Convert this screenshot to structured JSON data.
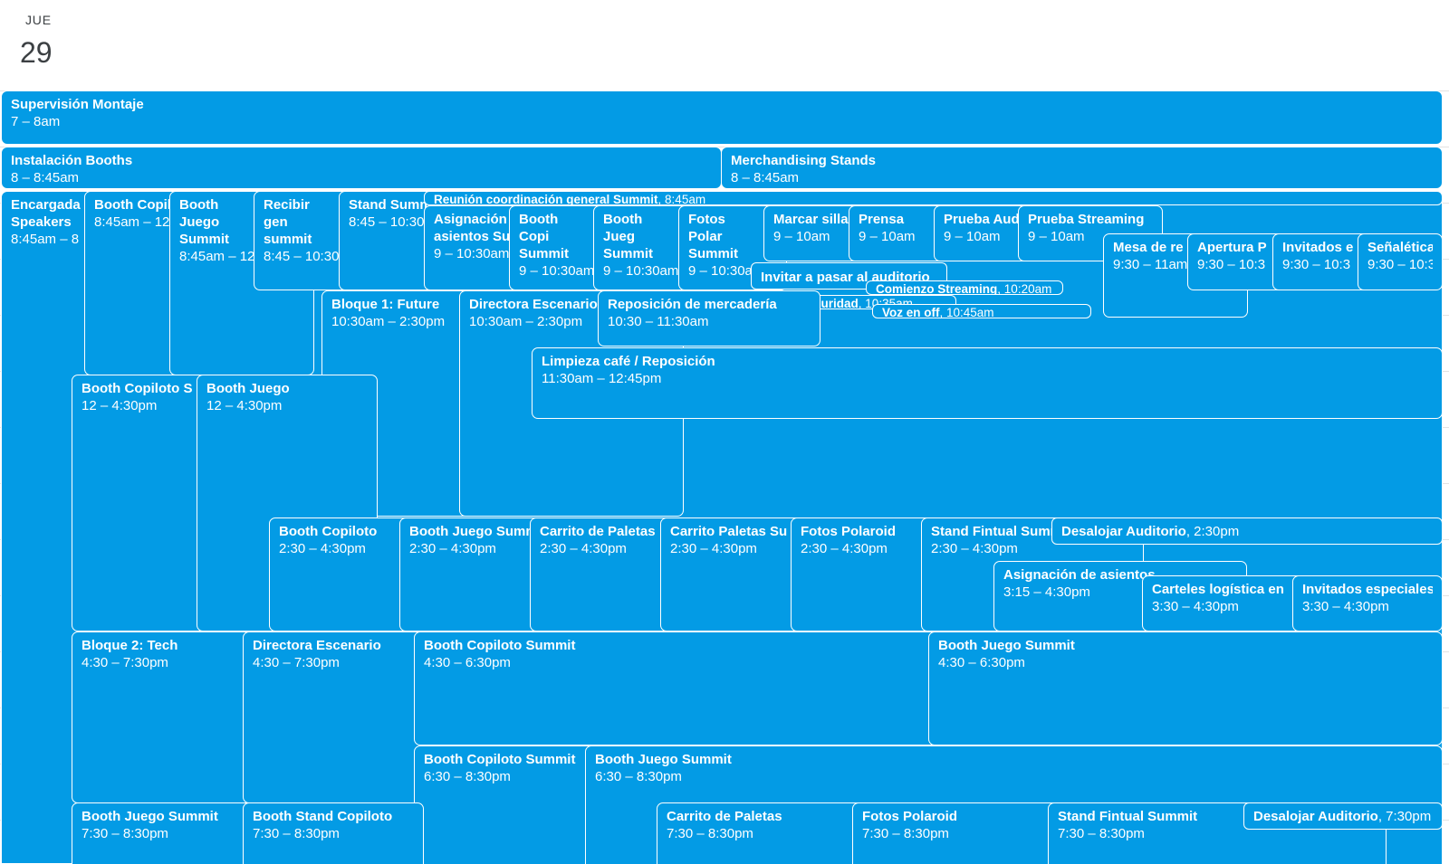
{
  "header": {
    "day_name": "JUE",
    "day_number": "29"
  },
  "accent_color": "#039be5",
  "events": [
    {
      "id": "e1",
      "title": "Supervisión Montaje",
      "time": "7 – 8am"
    },
    {
      "id": "e2",
      "title": "Instalación Booths",
      "time": "8 – 8:45am"
    },
    {
      "id": "e3",
      "title": "Merchandising Stands",
      "time": "8 – 8:45am"
    },
    {
      "id": "e4",
      "title": "Encargada Speakers",
      "time": "8:45am – 8"
    },
    {
      "id": "e5",
      "title": "Booth Copil",
      "time": "8:45am – 12"
    },
    {
      "id": "e6",
      "title": "Booth Juego Summit",
      "time": "8:45am – 12"
    },
    {
      "id": "e7",
      "title": "Recibir gen summit",
      "time": "8:45 – 10:30"
    },
    {
      "id": "e8",
      "title": "Stand Summ",
      "time": "8:45 – 10:30"
    },
    {
      "id": "e9",
      "title": "Reunión coordinación general Summit",
      "time": "8:45am"
    },
    {
      "id": "e10",
      "title": "Asignación asientos Su",
      "time": "9 – 10:30am"
    },
    {
      "id": "e11",
      "title": "Booth Copi Summit",
      "time": "9 – 10:30am"
    },
    {
      "id": "e12",
      "title": "Booth Jueg Summit",
      "time": "9 – 10:30am"
    },
    {
      "id": "e13",
      "title": "Fotos Polar Summit",
      "time": "9 – 10:30am"
    },
    {
      "id": "e14",
      "title": "Marcar silla",
      "time": "9 – 10am"
    },
    {
      "id": "e15",
      "title": "Prensa",
      "time": "9 – 10am"
    },
    {
      "id": "e16",
      "title": "Prueba Aud",
      "time": "9 – 10am"
    },
    {
      "id": "e17",
      "title": "Prueba Streaming",
      "time": "9 – 10am"
    },
    {
      "id": "e18",
      "title": "Mesa de re",
      "time": "9:30 – 11am"
    },
    {
      "id": "e19",
      "title": "Apertura P",
      "time": "9:30 – 10:3"
    },
    {
      "id": "e20",
      "title": "Invitados e",
      "time": "9:30 – 10:3"
    },
    {
      "id": "e21",
      "title": "Señaléticas",
      "time": "9:30 – 10:3"
    },
    {
      "id": "e22",
      "title": "Invitar a pasar al auditorio",
      "time": ""
    },
    {
      "id": "e23",
      "title": "Comienzo Streaming",
      "time": "10:20am"
    },
    {
      "id": "e24",
      "title": "Video de Seguridad",
      "time": "10:35am"
    },
    {
      "id": "e25",
      "title": "Voz en off",
      "time": "10:45am"
    },
    {
      "id": "e26",
      "title": "Bloque 1: Future",
      "time": "10:30am – 2:30pm"
    },
    {
      "id": "e27",
      "title": "Directora Escenario",
      "time": "10:30am – 2:30pm"
    },
    {
      "id": "e28",
      "title": "Reposición de mercadería",
      "time": "10:30 – 11:30am"
    },
    {
      "id": "e29",
      "title": "Limpieza café / Reposición",
      "time": "11:30am – 12:45pm"
    },
    {
      "id": "e30",
      "title": "Booth Copiloto S",
      "time": "12 – 4:30pm"
    },
    {
      "id": "e31",
      "title": "Booth Juego",
      "time": "12 – 4:30pm"
    },
    {
      "id": "e32",
      "title": "Booth Copiloto",
      "time": "2:30 – 4:30pm"
    },
    {
      "id": "e33",
      "title": "Booth Juego Summit",
      "time": "2:30 – 4:30pm"
    },
    {
      "id": "e34",
      "title": "Carrito de Paletas",
      "time": "2:30 – 4:30pm"
    },
    {
      "id": "e35",
      "title": "Carrito Paletas Su",
      "time": "2:30 – 4:30pm"
    },
    {
      "id": "e36",
      "title": "Fotos Polaroid",
      "time": "2:30 – 4:30pm"
    },
    {
      "id": "e37",
      "title": "Stand Fintual Summit",
      "time": "2:30 – 4:30pm"
    },
    {
      "id": "e38",
      "title": "Desalojar Auditorio",
      "time": "2:30pm"
    },
    {
      "id": "e39",
      "title": "Asignación de asientos",
      "time": "3:15 – 4:30pm"
    },
    {
      "id": "e40",
      "title": "Carteles logística en",
      "time": "3:30 – 4:30pm"
    },
    {
      "id": "e41",
      "title": "Invitados especiales",
      "time": "3:30 – 4:30pm"
    },
    {
      "id": "e42",
      "title": "Bloque 2: Tech",
      "time": "4:30 – 7:30pm"
    },
    {
      "id": "e43",
      "title": "Directora Escenario",
      "time": "4:30 – 7:30pm"
    },
    {
      "id": "e44",
      "title": "Booth Copiloto Summit",
      "time": "4:30 – 6:30pm"
    },
    {
      "id": "e45",
      "title": "Booth Juego Summit",
      "time": "4:30 – 6:30pm"
    },
    {
      "id": "e46",
      "title": "Booth Copiloto Summit",
      "time": "6:30 – 8:30pm"
    },
    {
      "id": "e47",
      "title": "Booth Juego Summit",
      "time": "6:30 – 8:30pm"
    },
    {
      "id": "e48",
      "title": "Booth Juego Summit",
      "time": "7:30 – 8:30pm"
    },
    {
      "id": "e49",
      "title": "Booth Stand Copiloto",
      "time": "7:30 – 8:30pm"
    },
    {
      "id": "e50",
      "title": "Carrito de Paletas",
      "time": "7:30 – 8:30pm"
    },
    {
      "id": "e51",
      "title": "Fotos Polaroid",
      "time": "7:30 – 8:30pm"
    },
    {
      "id": "e52",
      "title": "Stand Fintual Summit",
      "time": "7:30 – 8:30pm"
    },
    {
      "id": "e53",
      "title": "Desalojar Auditorio",
      "time": "7:30pm"
    }
  ]
}
